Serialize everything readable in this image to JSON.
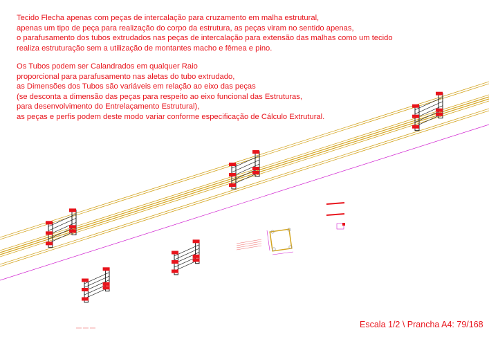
{
  "notes_block_1": [
    "Tecido Flecha apenas com peças de intercalação para cruzamento em malha estrutural,",
    "apenas um tipo de peça para realização do corpo da estrutura, as peças viram no sentido apenas,",
    "o parafusamento dos tubos extrudados nas peças de intercalação para extensão das malhas como um tecido",
    "realiza estruturação sem a utilização de montantes macho e fêmea e pino."
  ],
  "notes_block_2": [
    "Os Tubos podem ser Calandrados em qualquer Raio",
    "proporcional para parafusamento nas aletas do tubo extrudado,",
    "as Dimensões dos Tubos são variáveis em relação ao eixo das peças",
    "(se desconta a dimensão das peças para respeito ao eixo funcional das Estruturas,",
    "para desenvolvimento do Entrelaçamento Estrutural),",
    "as peças e perfis podem deste modo variar conforme especificação de Cálculo Extrutural."
  ],
  "scale_label": "Escala 1/2 \\ Prancha A4: 79/168",
  "colors": {
    "text": "#e8141c",
    "tube": "#d4a520",
    "dimension": "#d020d0",
    "piece": "#222222",
    "bolt": "#e8141c"
  }
}
